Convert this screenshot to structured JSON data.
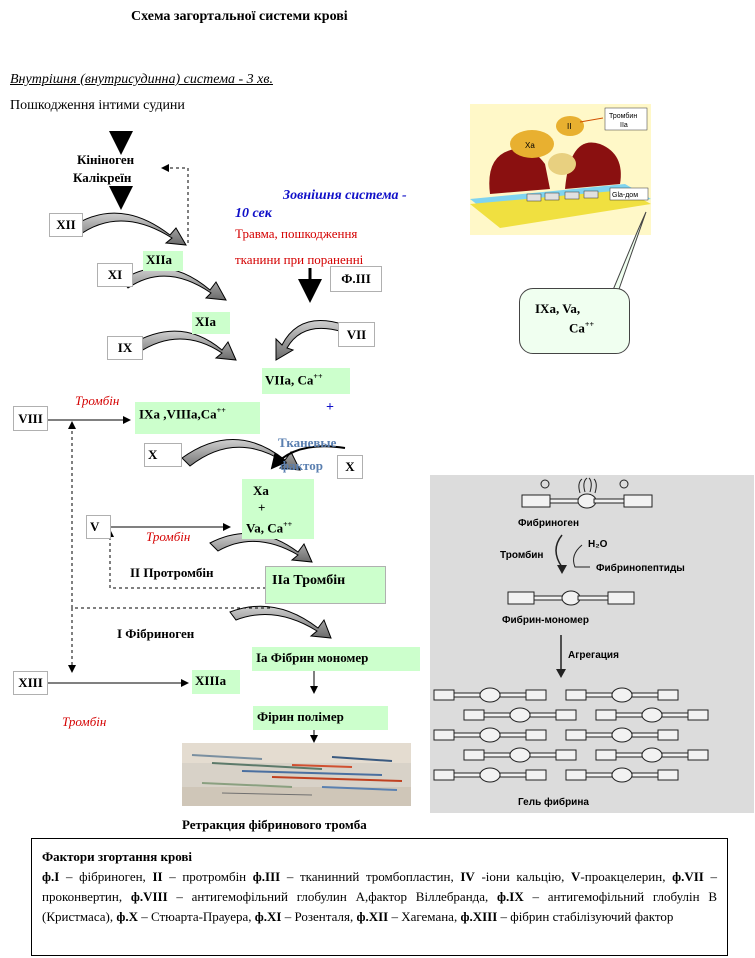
{
  "title": "Схема загортальної системи крові",
  "intrinsic": {
    "heading": "Внутрішня (внутрисудинна) система - 3 хв.",
    "damage": "Пошкодження інтими судини",
    "kininogen": "Кініноген",
    "kallikrein": "Калікреїн",
    "f12": "XII",
    "f12a": "XIIa",
    "f11": "XI",
    "f11a": "XIa",
    "f9": "IX",
    "f8": "VIII",
    "complex_9a_8a": "IXa ,VIIIa,Ca",
    "f10": "X",
    "f5": "V"
  },
  "extrinsic": {
    "heading_1": "Зовнішня система -",
    "heading_2": "10 сек",
    "trauma_1": "Травма, пошкодження",
    "trauma_2": "тканини при пораненні",
    "f3": "Ф.ІІІ",
    "f7": "VII",
    "f7a": "VIIa, Ca",
    "plus": "+",
    "tissue_factor_1": "Тканевые",
    "tissue_factor_2": "фактор",
    "f10b": "X"
  },
  "common": {
    "xa": "Xa",
    "plus": "+",
    "va": "Va, Ca",
    "thrombin_labels": [
      "Тромбін",
      "Тромбін",
      "Тромбін"
    ],
    "prothrombin": "II  Протромбін",
    "thrombin_box": "IIa Тромбін",
    "fibrinogen": "I  Фібриноген",
    "fibrin_monomer": "Ia Фібрин мономер",
    "f13": "XIII",
    "f13a": "XIIIa",
    "fibrin_polymer": "Фірин полімер",
    "retraction": "Ретракция фібринового тромба",
    "superscript": "++"
  },
  "callout": {
    "line1": "IXa, Va,",
    "line2": "Ca",
    "sup": "++"
  },
  "membrane_image": {
    "thrombin_tag": "Тромбин IIa",
    "gla_label": "Gla-дом",
    "xa_tag": "Xa",
    "ii_tag": "II"
  },
  "fibrin_panel": {
    "fibrinogen": "Фибриноген",
    "thrombin": "Тромбин",
    "h2o": "H₂O",
    "fibrinopeptides": "Фибринопептиды",
    "monomer": "Фибрин-мономер",
    "aggregation": "Агрегация",
    "gel": "Гель фибрина"
  },
  "factors": {
    "heading": "Фактори згортання крові",
    "items": [
      {
        "code": "ф.І",
        "text": " – фібриноген, "
      },
      {
        "code": "ІІ",
        "text": " – протромбін "
      },
      {
        "code": "ф.ІІІ",
        "text": " – тканинний тромбопластин, "
      },
      {
        "code": "IV",
        "text": " -іони кальцію, "
      },
      {
        "code": "V",
        "text": "-проакцелерин, "
      },
      {
        "code": "ф.VII",
        "text": " – проконвертин, "
      },
      {
        "code": "ф.VIII",
        "text": " – антигемофільний глобулин А,фактор Віллебранда, "
      },
      {
        "code": "ф.IX",
        "text": " – антигемофільний глобулін В (Кристмаса),  "
      },
      {
        "code": "ф.Х",
        "text": " –  Стюарта-Прауера, "
      },
      {
        "code": "ф.ХІ",
        "text": " – Розенталя, "
      },
      {
        "code": "ф.ХІІ",
        "text": " – Хагемана, "
      },
      {
        "code": "ф.ХІІІ",
        "text": " – фібрин стабілізуючий фактор"
      }
    ]
  }
}
